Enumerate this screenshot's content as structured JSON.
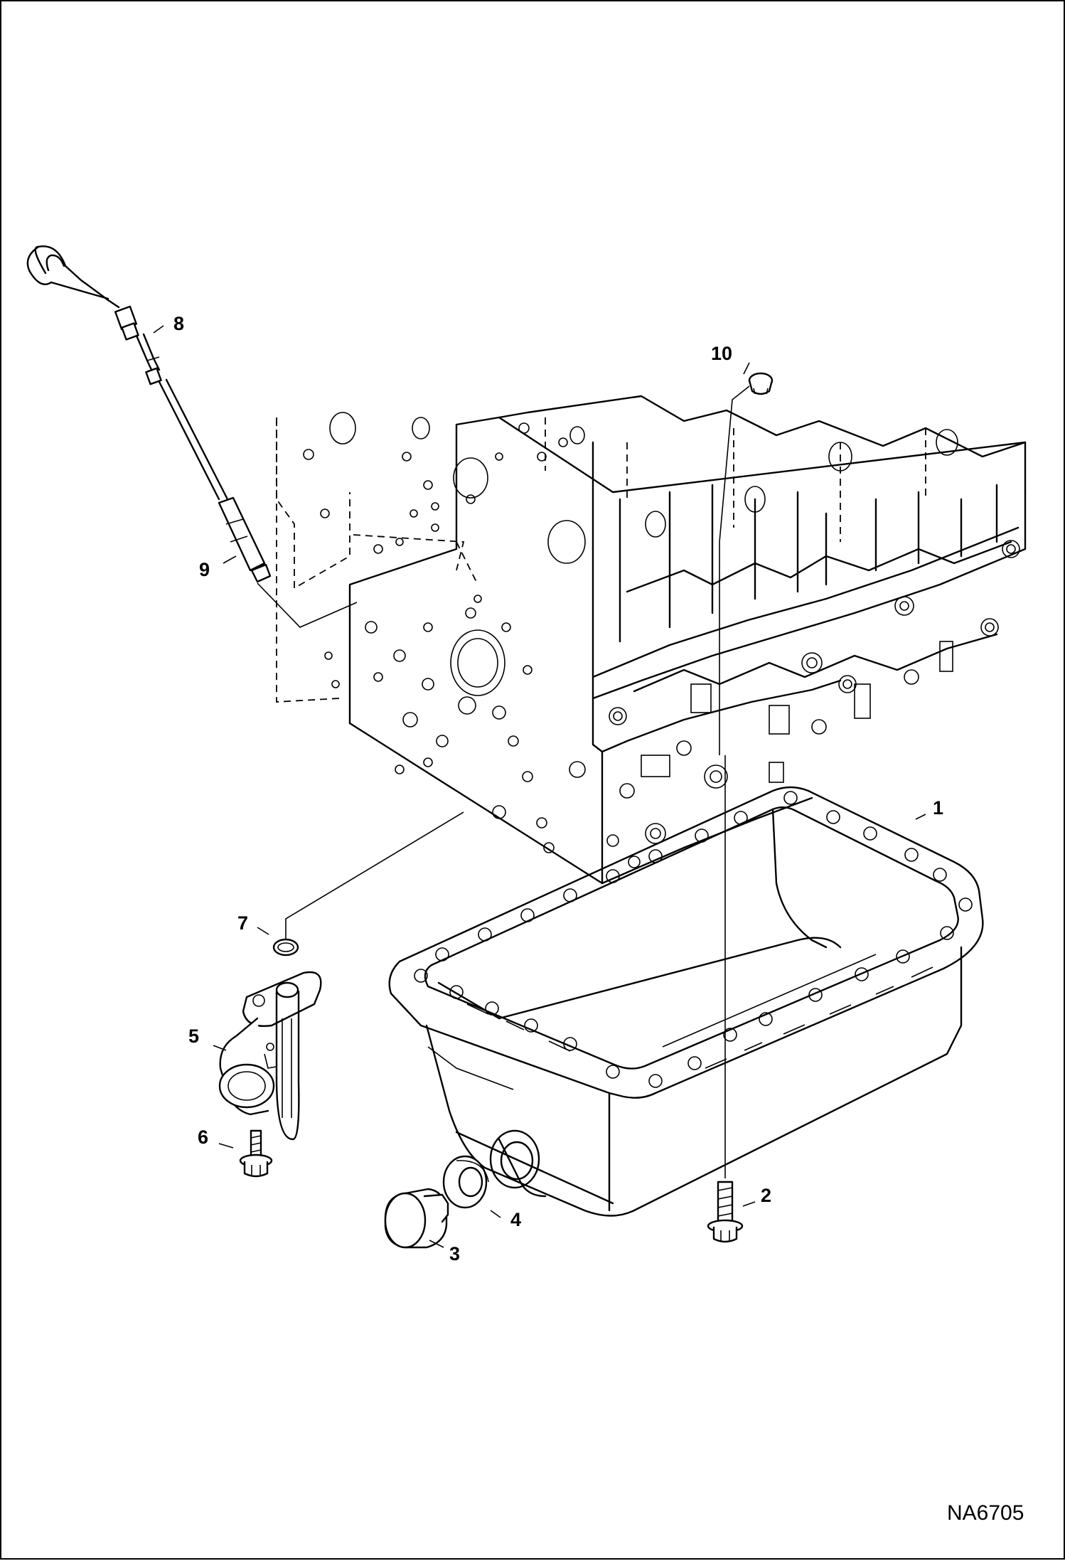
{
  "diagram": {
    "drawing_id": "NA6705",
    "callouts": [
      "1",
      "2",
      "3",
      "4",
      "5",
      "6",
      "7",
      "8",
      "9",
      "10"
    ]
  },
  "parts": [
    {
      "callout": "1",
      "icon": "oil-pan-icon"
    },
    {
      "callout": "2",
      "icon": "flange-bolt-icon"
    },
    {
      "callout": "3",
      "icon": "drain-plug-icon"
    },
    {
      "callout": "4",
      "icon": "washer-icon"
    },
    {
      "callout": "5",
      "icon": "oil-strainer-icon"
    },
    {
      "callout": "6",
      "icon": "flange-bolt-icon"
    },
    {
      "callout": "7",
      "icon": "o-ring-icon"
    },
    {
      "callout": "8",
      "icon": "dipstick-icon"
    },
    {
      "callout": "9",
      "icon": "dipstick-guide-tube-icon"
    },
    {
      "callout": "10",
      "icon": "plug-icon"
    }
  ],
  "colors": {
    "line": "#000000",
    "background": "#ffffff"
  }
}
